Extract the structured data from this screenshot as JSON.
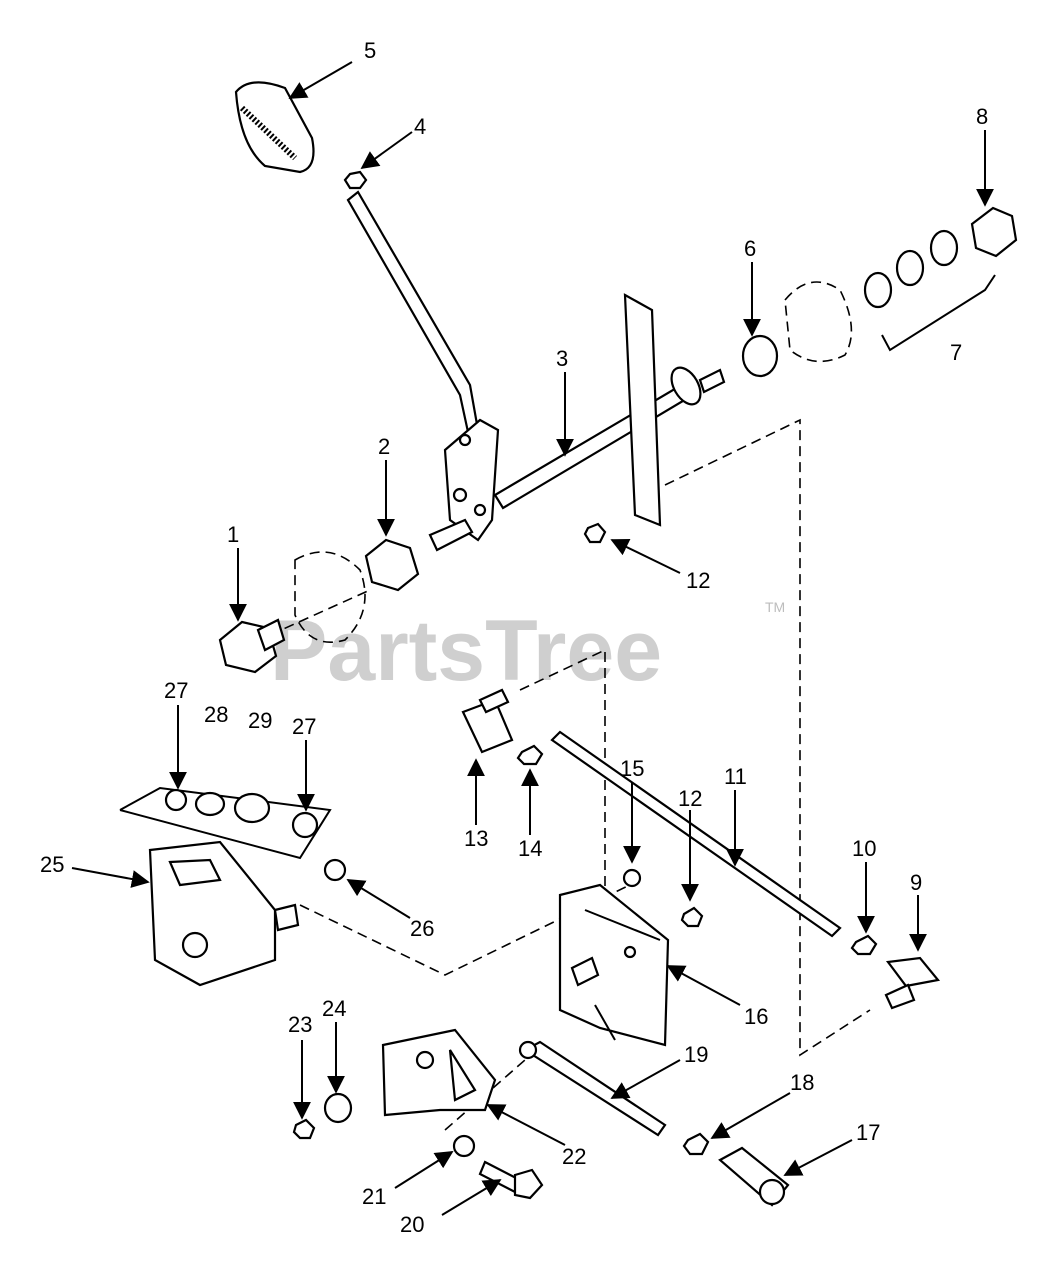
{
  "watermark": {
    "text": "PartsTree",
    "trademark": "TM"
  },
  "callouts": [
    {
      "id": "c1",
      "text": "1"
    },
    {
      "id": "c2",
      "text": "2"
    },
    {
      "id": "c3",
      "text": "3"
    },
    {
      "id": "c4",
      "text": "4"
    },
    {
      "id": "c5",
      "text": "5"
    },
    {
      "id": "c6",
      "text": "6"
    },
    {
      "id": "c7",
      "text": "7"
    },
    {
      "id": "c8",
      "text": "8"
    },
    {
      "id": "c9",
      "text": "9"
    },
    {
      "id": "c10",
      "text": "10"
    },
    {
      "id": "c11",
      "text": "11"
    },
    {
      "id": "c12a",
      "text": "12"
    },
    {
      "id": "c12b",
      "text": "12"
    },
    {
      "id": "c13",
      "text": "13"
    },
    {
      "id": "c14",
      "text": "14"
    },
    {
      "id": "c15",
      "text": "15"
    },
    {
      "id": "c16",
      "text": "16"
    },
    {
      "id": "c17",
      "text": "17"
    },
    {
      "id": "c18",
      "text": "18"
    },
    {
      "id": "c19",
      "text": "19"
    },
    {
      "id": "c20",
      "text": "20"
    },
    {
      "id": "c21",
      "text": "21"
    },
    {
      "id": "c22",
      "text": "22"
    },
    {
      "id": "c23",
      "text": "23"
    },
    {
      "id": "c24",
      "text": "24"
    },
    {
      "id": "c25",
      "text": "25"
    },
    {
      "id": "c26",
      "text": "26"
    },
    {
      "id": "c27a",
      "text": "27"
    },
    {
      "id": "c27b",
      "text": "27"
    },
    {
      "id": "c28",
      "text": "28"
    },
    {
      "id": "c29",
      "text": "29"
    }
  ]
}
